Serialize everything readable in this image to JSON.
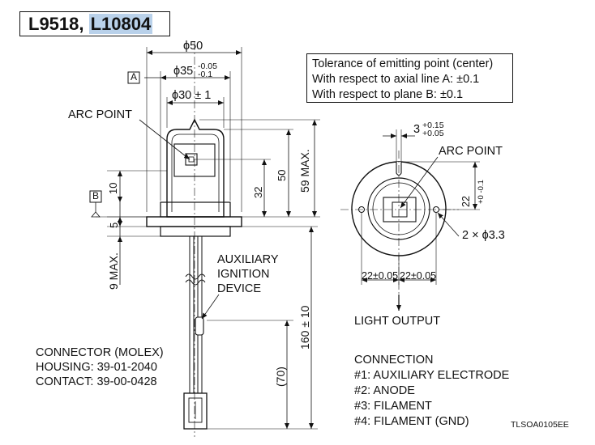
{
  "title": {
    "part1": "L9518, ",
    "part2": "L10804"
  },
  "tolerance": {
    "line1": "Tolerance of emitting point (center)",
    "line2": "With respect to axial line A: ±0.1",
    "line3": "With respect to plane B: ±0.1"
  },
  "datums": {
    "a": "A",
    "b": "B"
  },
  "dims": {
    "d50": "ϕ50",
    "d35": "ϕ35",
    "d35_plus": "-0.05",
    "d35_minus": "-0.1",
    "d30": "ϕ30 ± 1",
    "v32": "32",
    "v50": "50",
    "v59": "59 MAX.",
    "v10": "10",
    "v5": "5",
    "v9": "9 MAX.",
    "v160": "160 ± 10",
    "v70": "(70)",
    "slot": "3",
    "slot_plus": "+0.15",
    "slot_minus": "+0.05",
    "v22": "22",
    "v22_tol": "+0 -0.1",
    "holes": "2 × ϕ3.3",
    "h22a": "22±0.05",
    "h22b": "22±0.05"
  },
  "labels": {
    "arc_point_left": "ARC POINT",
    "arc_point_right": "ARC POINT",
    "aux1": "AUXILIARY",
    "aux2": "IGNITION",
    "aux3": "DEVICE",
    "light_output": "LIGHT OUTPUT"
  },
  "connector": {
    "line1": "CONNECTOR (MOLEX)",
    "line2": "HOUSING: 39-01-2040",
    "line3": "CONTACT: 39-00-0428"
  },
  "connection": {
    "heading": "CONNECTION",
    "pin1": "#1: AUXILIARY ELECTRODE",
    "pin2": "#2: ANODE",
    "pin3": "#3: FILAMENT",
    "pin4": "#4: FILAMENT (GND)"
  },
  "drawing_code": "TLSOA0105EE"
}
